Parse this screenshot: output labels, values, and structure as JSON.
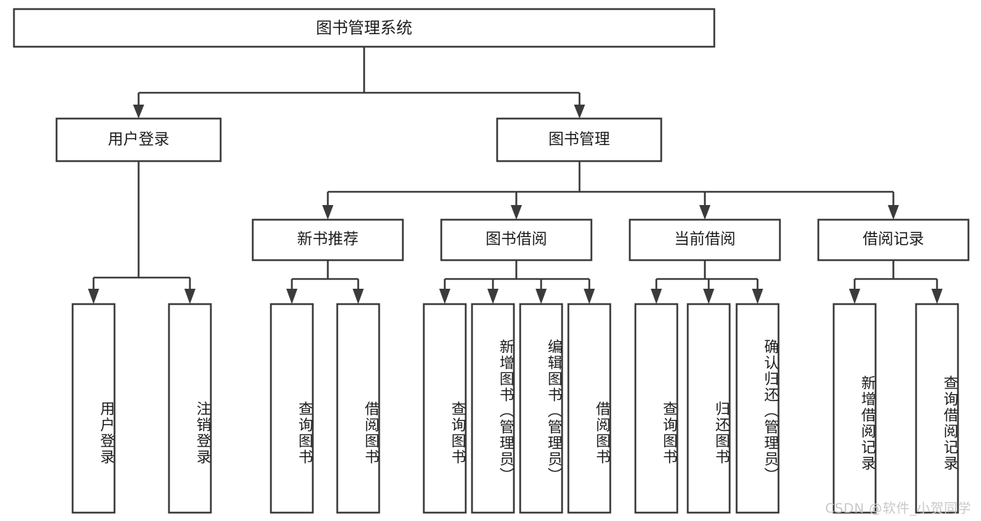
{
  "diagram": {
    "type": "tree-hierarchy",
    "orientation": "top-down",
    "root": {
      "id": "root",
      "label": "图书管理系统"
    },
    "level2": [
      {
        "id": "user-login",
        "label": "用户登录"
      },
      {
        "id": "book-management",
        "label": "图书管理"
      }
    ],
    "level3": [
      {
        "id": "new-book-recommend",
        "label": "新书推荐",
        "parent": "book-management"
      },
      {
        "id": "book-borrow",
        "label": "图书借阅",
        "parent": "book-management"
      },
      {
        "id": "current-borrow",
        "label": "当前借阅",
        "parent": "book-management"
      },
      {
        "id": "borrow-record",
        "label": "借阅记录",
        "parent": "book-management"
      }
    ],
    "leaves": [
      {
        "id": "leaf-user-login",
        "label": "用户登录",
        "parent": "user-login"
      },
      {
        "id": "leaf-logout-login",
        "label": "注销登录",
        "parent": "user-login"
      },
      {
        "id": "leaf-query-book-1",
        "label": "查询图书",
        "parent": "new-book-recommend"
      },
      {
        "id": "leaf-borrow-book-1",
        "label": "借阅图书",
        "parent": "new-book-recommend"
      },
      {
        "id": "leaf-query-book-2",
        "label": "查询图书",
        "parent": "book-borrow"
      },
      {
        "id": "leaf-add-book",
        "label": "新增图书（管理员）",
        "parent": "book-borrow"
      },
      {
        "id": "leaf-edit-book",
        "label": "编辑图书（管理员）",
        "parent": "book-borrow"
      },
      {
        "id": "leaf-borrow-book-2",
        "label": "借阅图书",
        "parent": "book-borrow"
      },
      {
        "id": "leaf-query-book-3",
        "label": "查询图书",
        "parent": "current-borrow"
      },
      {
        "id": "leaf-return-book",
        "label": "归还图书",
        "parent": "current-borrow"
      },
      {
        "id": "leaf-confirm-return",
        "label": "确认归还（管理员）",
        "parent": "current-borrow"
      },
      {
        "id": "leaf-add-record",
        "label": "新增借阅记录",
        "parent": "borrow-record"
      },
      {
        "id": "leaf-query-record",
        "label": "查询借阅记录",
        "parent": "borrow-record"
      }
    ]
  },
  "watermark": {
    "text": "CSDN @软件_小贺同学",
    "color": "#c9c9c9"
  },
  "colors": {
    "background": "#ffffff",
    "box_fill": "#ffffff",
    "box_stroke": "#3b3b3b",
    "text": "#1c1c1c"
  }
}
